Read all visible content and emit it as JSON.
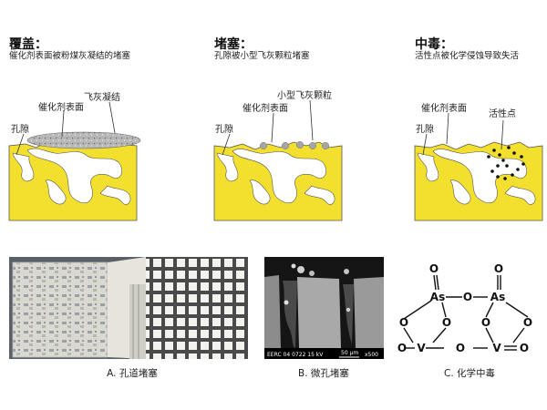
{
  "panels": [
    {
      "title": "覆盖：",
      "desc": "催化剂表面被粉煤灰凝结的堵塞",
      "labels": {
        "pore": "孔隙",
        "surface": "催化剂表面",
        "deposit": "飞灰凝结"
      }
    },
    {
      "title": "堵塞：",
      "desc": "孔隙被小型飞灰颗粒堵塞",
      "labels": {
        "pore": "孔隙",
        "surface": "催化剂表面",
        "particles": "小型飞灰颗粒"
      }
    },
    {
      "title": "中毒：",
      "desc": "活性点被化学侵蚀导致失活",
      "labels": {
        "pore": "孔隙",
        "surface": "催化剂表面",
        "active": "活性点"
      }
    }
  ],
  "sem": {
    "info": "EERC 04 0722 15 kV",
    "scale": "50 μm",
    "mag": "x500"
  },
  "chem": {
    "o": "O",
    "as": "As",
    "v": "V"
  },
  "captions": {
    "a": "A. 孔道堵塞",
    "b": "B. 微孔堵塞",
    "c": "C. 化学中毒"
  },
  "colors": {
    "catalyst": "#f3e02e",
    "outline": "#555555",
    "deposit": "#9a9a9a",
    "particle": "#a6a6a6"
  }
}
